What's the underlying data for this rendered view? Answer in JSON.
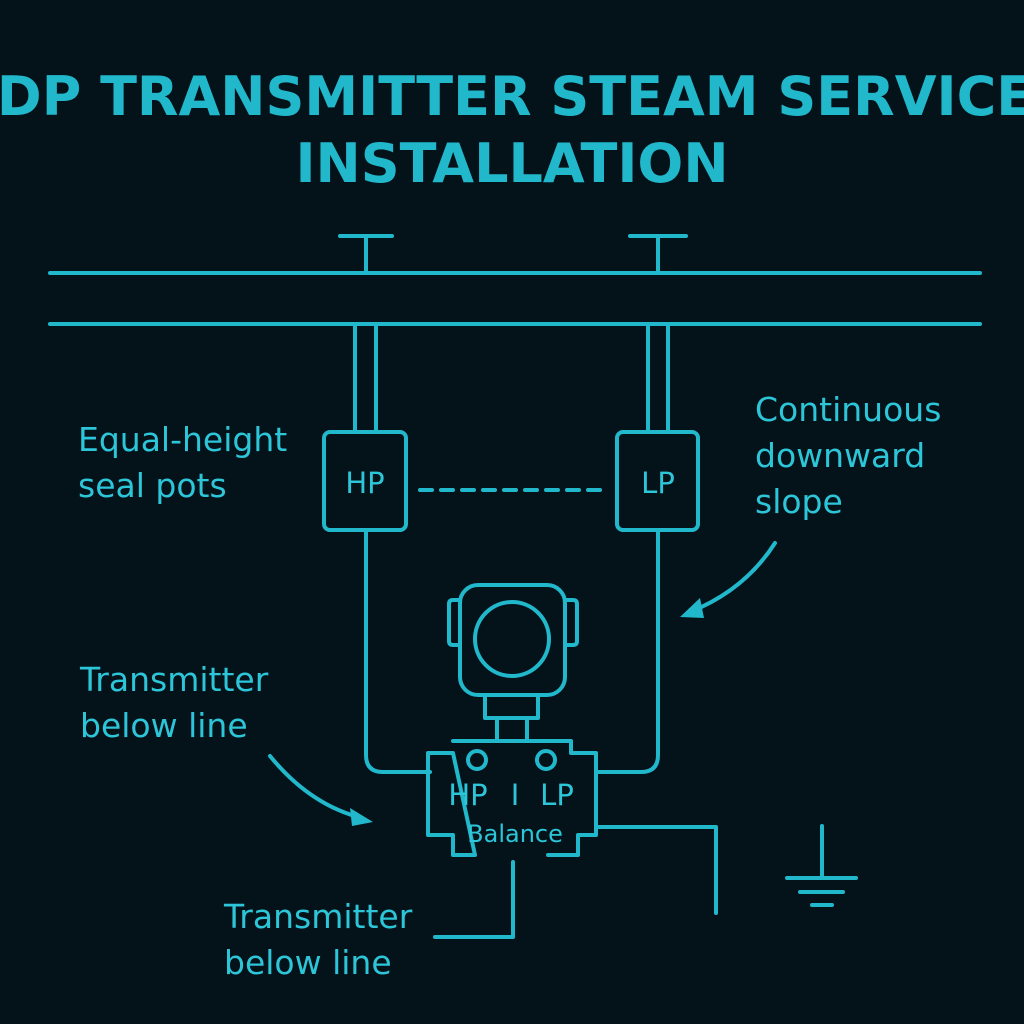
{
  "title": {
    "line1": "DP TRANSMITTER STEAM SERVICE",
    "line2": "INSTALLATION"
  },
  "pots": {
    "hp": "HP",
    "lp": "LP"
  },
  "manifold": {
    "hp": "HP",
    "divider": "I",
    "lp": "LP",
    "balance": "Balance"
  },
  "labels": {
    "seal_pots": [
      "Equal-height",
      "seal pots"
    ],
    "slope": [
      "Continuous",
      "downward",
      "slope"
    ],
    "transmitter_left": [
      "Transmitter",
      "below line"
    ],
    "transmitter_bottom": [
      "Transmitter",
      "below line"
    ]
  },
  "colors": {
    "accent": "#22b8cc",
    "background": "#04121a"
  }
}
